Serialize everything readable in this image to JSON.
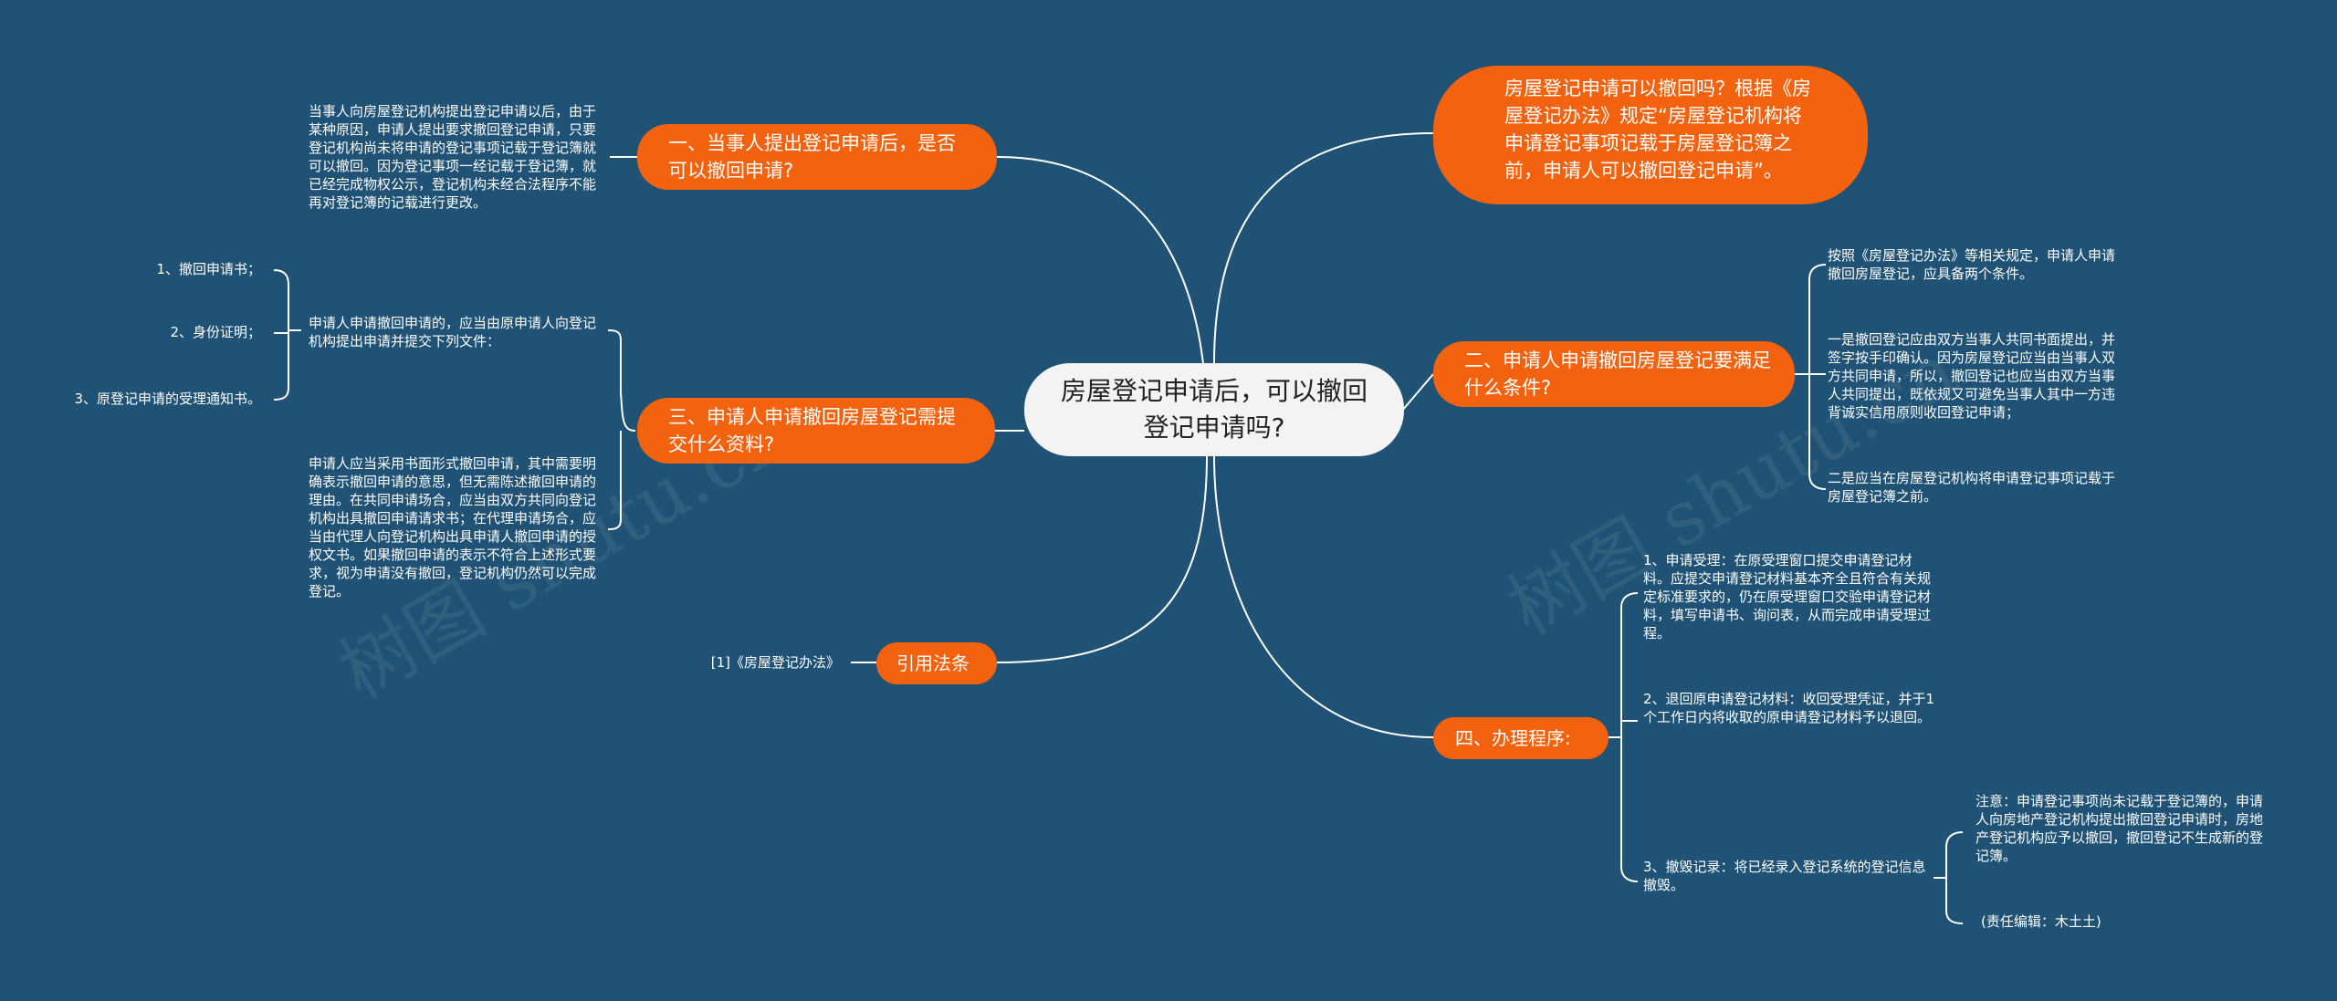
{
  "center": "房屋登记申请后，可以撤回登记申请吗?",
  "top_right": "房屋登记申请可以撤回吗？根据《房屋登记办法》规定“房屋登记机构将申请登记事项记载于房屋登记簿之前，申请人可以撤回登记申请”。",
  "branch1": {
    "title": "一、当事人提出登记申请后，是否可以撤回申请?",
    "text": "当事人向房屋登记机构提出登记申请以后，由于某种原因，申请人提出要求撤回登记申请，只要登记机构尚未将申请的登记事项记载于登记簿就可以撤回。因为登记事项一经记载于登记簿，就已经完成物权公示，登记机构未经合法程序不能再对登记簿的记载进行更改。"
  },
  "branch3": {
    "title": "三、申请人申请撤回房屋登记需提交什么资料?",
    "text1": "申请人申请撤回申请的，应当由原申请人向登记机构提出申请并提交下列文件：",
    "items": [
      "1、撤回申请书；",
      "2、身份证明；",
      "3、原登记申请的受理通知书。"
    ],
    "text2": "申请人应当采用书面形式撤回申请，其中需要明确表示撤回申请的意思，但无需陈述撤回申请的理由。在共同申请场合，应当由双方共同向登记机构出具撤回申请请求书；在代理申请场合，应当由代理人向登记机构出具申请人撤回申请的授权文书。如果撤回申请的表示不符合上述形式要求，视为申请没有撤回，登记机构仍然可以完成登记。"
  },
  "law": {
    "title": "引用法条",
    "text": "[1]《房屋登记办法》"
  },
  "branch2": {
    "title": "二、申请人申请撤回房屋登记要满足什么条件?",
    "text1": "按照《房屋登记办法》等相关规定，申请人申请撤回房屋登记，应具备两个条件。",
    "text2": "一是撤回登记应由双方当事人共同书面提出，并签字按手印确认。因为房屋登记应当由当事人双方共同申请，所以，撤回登记也应当由双方当事人共同提出，既依规又可避免当事人其中一方违背诚实信用原则收回登记申请；",
    "text3": "二是应当在房屋登记机构将申请登记事项记载于房屋登记簿之前。"
  },
  "branch4": {
    "title": "四、办理程序:",
    "text1": "1、申请受理：在原受理窗口提交申请登记材料。应提交申请登记材料基本齐全且符合有关规定标准要求的，仍在原受理窗口交验申请登记材料，填写申请书、询问表，从而完成申请受理过程。",
    "text2": "2、退回原申请登记材料：收回受理凭证，并于1个工作日内将收取的原申请登记材料予以退回。",
    "text3": "3、撤毁记录：将已经录入登记系统的登记信息撤毁。",
    "note": "注意：申请登记事项尚未记载于登记簿的，申请人向房地产登记机构提出撤回登记申请时，房地产登记机构应予以撤回，撤回登记不生成新的登记簿。",
    "editor": "(责任编辑：木土土)"
  },
  "watermarks": [
    "树图 shutu.cn",
    "树图 shutu.cn"
  ],
  "colors": {
    "background": "#1f5274",
    "accent": "#f2620f",
    "line": "#ffffff",
    "center_fill": "#f3f3f3"
  }
}
